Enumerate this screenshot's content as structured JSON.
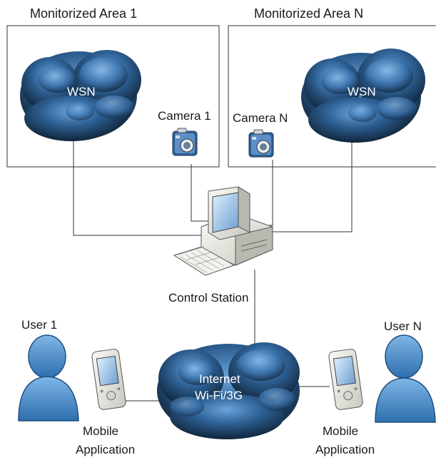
{
  "areas": [
    {
      "title": "Monitorized Area 1",
      "wsn": "WSN",
      "camera": "Camera 1"
    },
    {
      "title": "Monitorized Area N",
      "wsn": "WSN",
      "camera": "Camera N"
    }
  ],
  "control_station": "Control Station",
  "internet": {
    "line1": "Internet",
    "line2": "Wi-Fi/3G"
  },
  "users": [
    {
      "name": "User 1",
      "app_line1": "Mobile",
      "app_line2": "Application"
    },
    {
      "name": "User N",
      "app_line1": "Mobile",
      "app_line2": "Application"
    }
  ],
  "colors": {
    "cloud_dark": "#10243a",
    "cloud_light": "#4a86c4",
    "user_blue": "#3d86c6",
    "line": "#333333"
  }
}
